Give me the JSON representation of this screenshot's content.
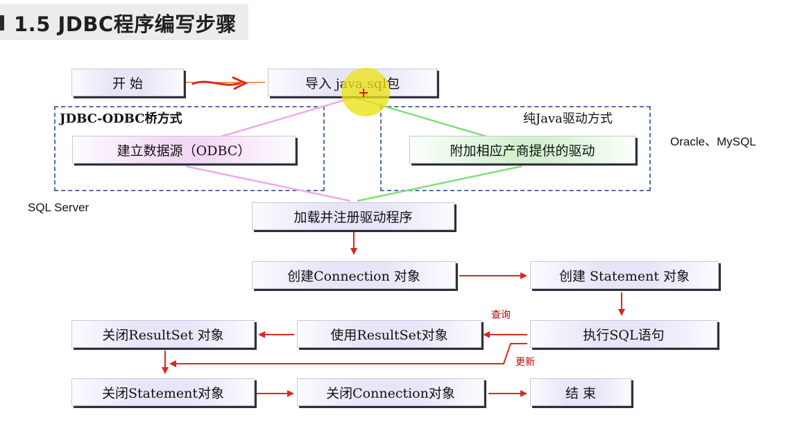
{
  "title": "1.5 JDBC程序编写步骤",
  "groups": {
    "odbc_label": "JDBC-ODBC桥方式",
    "java_label": "纯Java驱动方式"
  },
  "nodes": {
    "start": "开   始",
    "import": "导入 java.sql包",
    "odbc": "建立数据源（ODBC）",
    "driver": "附加相应产商提供的驱动",
    "load": "加载并注册驱动程序",
    "connection": "创建Connection 对象",
    "statement": "创建 Statement 对象",
    "execute": "执行SQL语句",
    "use_rs": "使用ResultSet对象",
    "close_rs": "关闭ResultSet 对象",
    "close_stmt": "关闭Statement对象",
    "close_conn": "关闭Connection对象",
    "end": "结   束"
  },
  "notes": {
    "oracle_mysql": "Oracle、MySQL",
    "sql_server": "SQL Server",
    "query": "查询",
    "update": "更新"
  },
  "colors": {
    "arrow": "#d62a1a",
    "odbc_line": "#f0a8ee",
    "java_line": "#7ee07a",
    "group_border": "#4e6fa6"
  }
}
